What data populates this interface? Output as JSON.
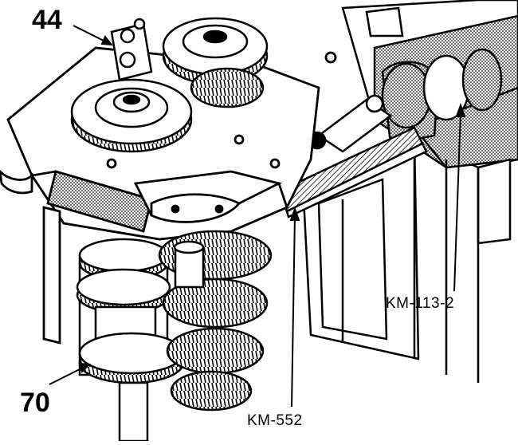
{
  "callouts": {
    "part_44": "44",
    "part_70": "70",
    "tool_km552": "KM-552",
    "tool_km113": "KM-113-2"
  },
  "colors": {
    "ink": "#000000",
    "paper": "#ffffff",
    "shade": "#555555"
  }
}
